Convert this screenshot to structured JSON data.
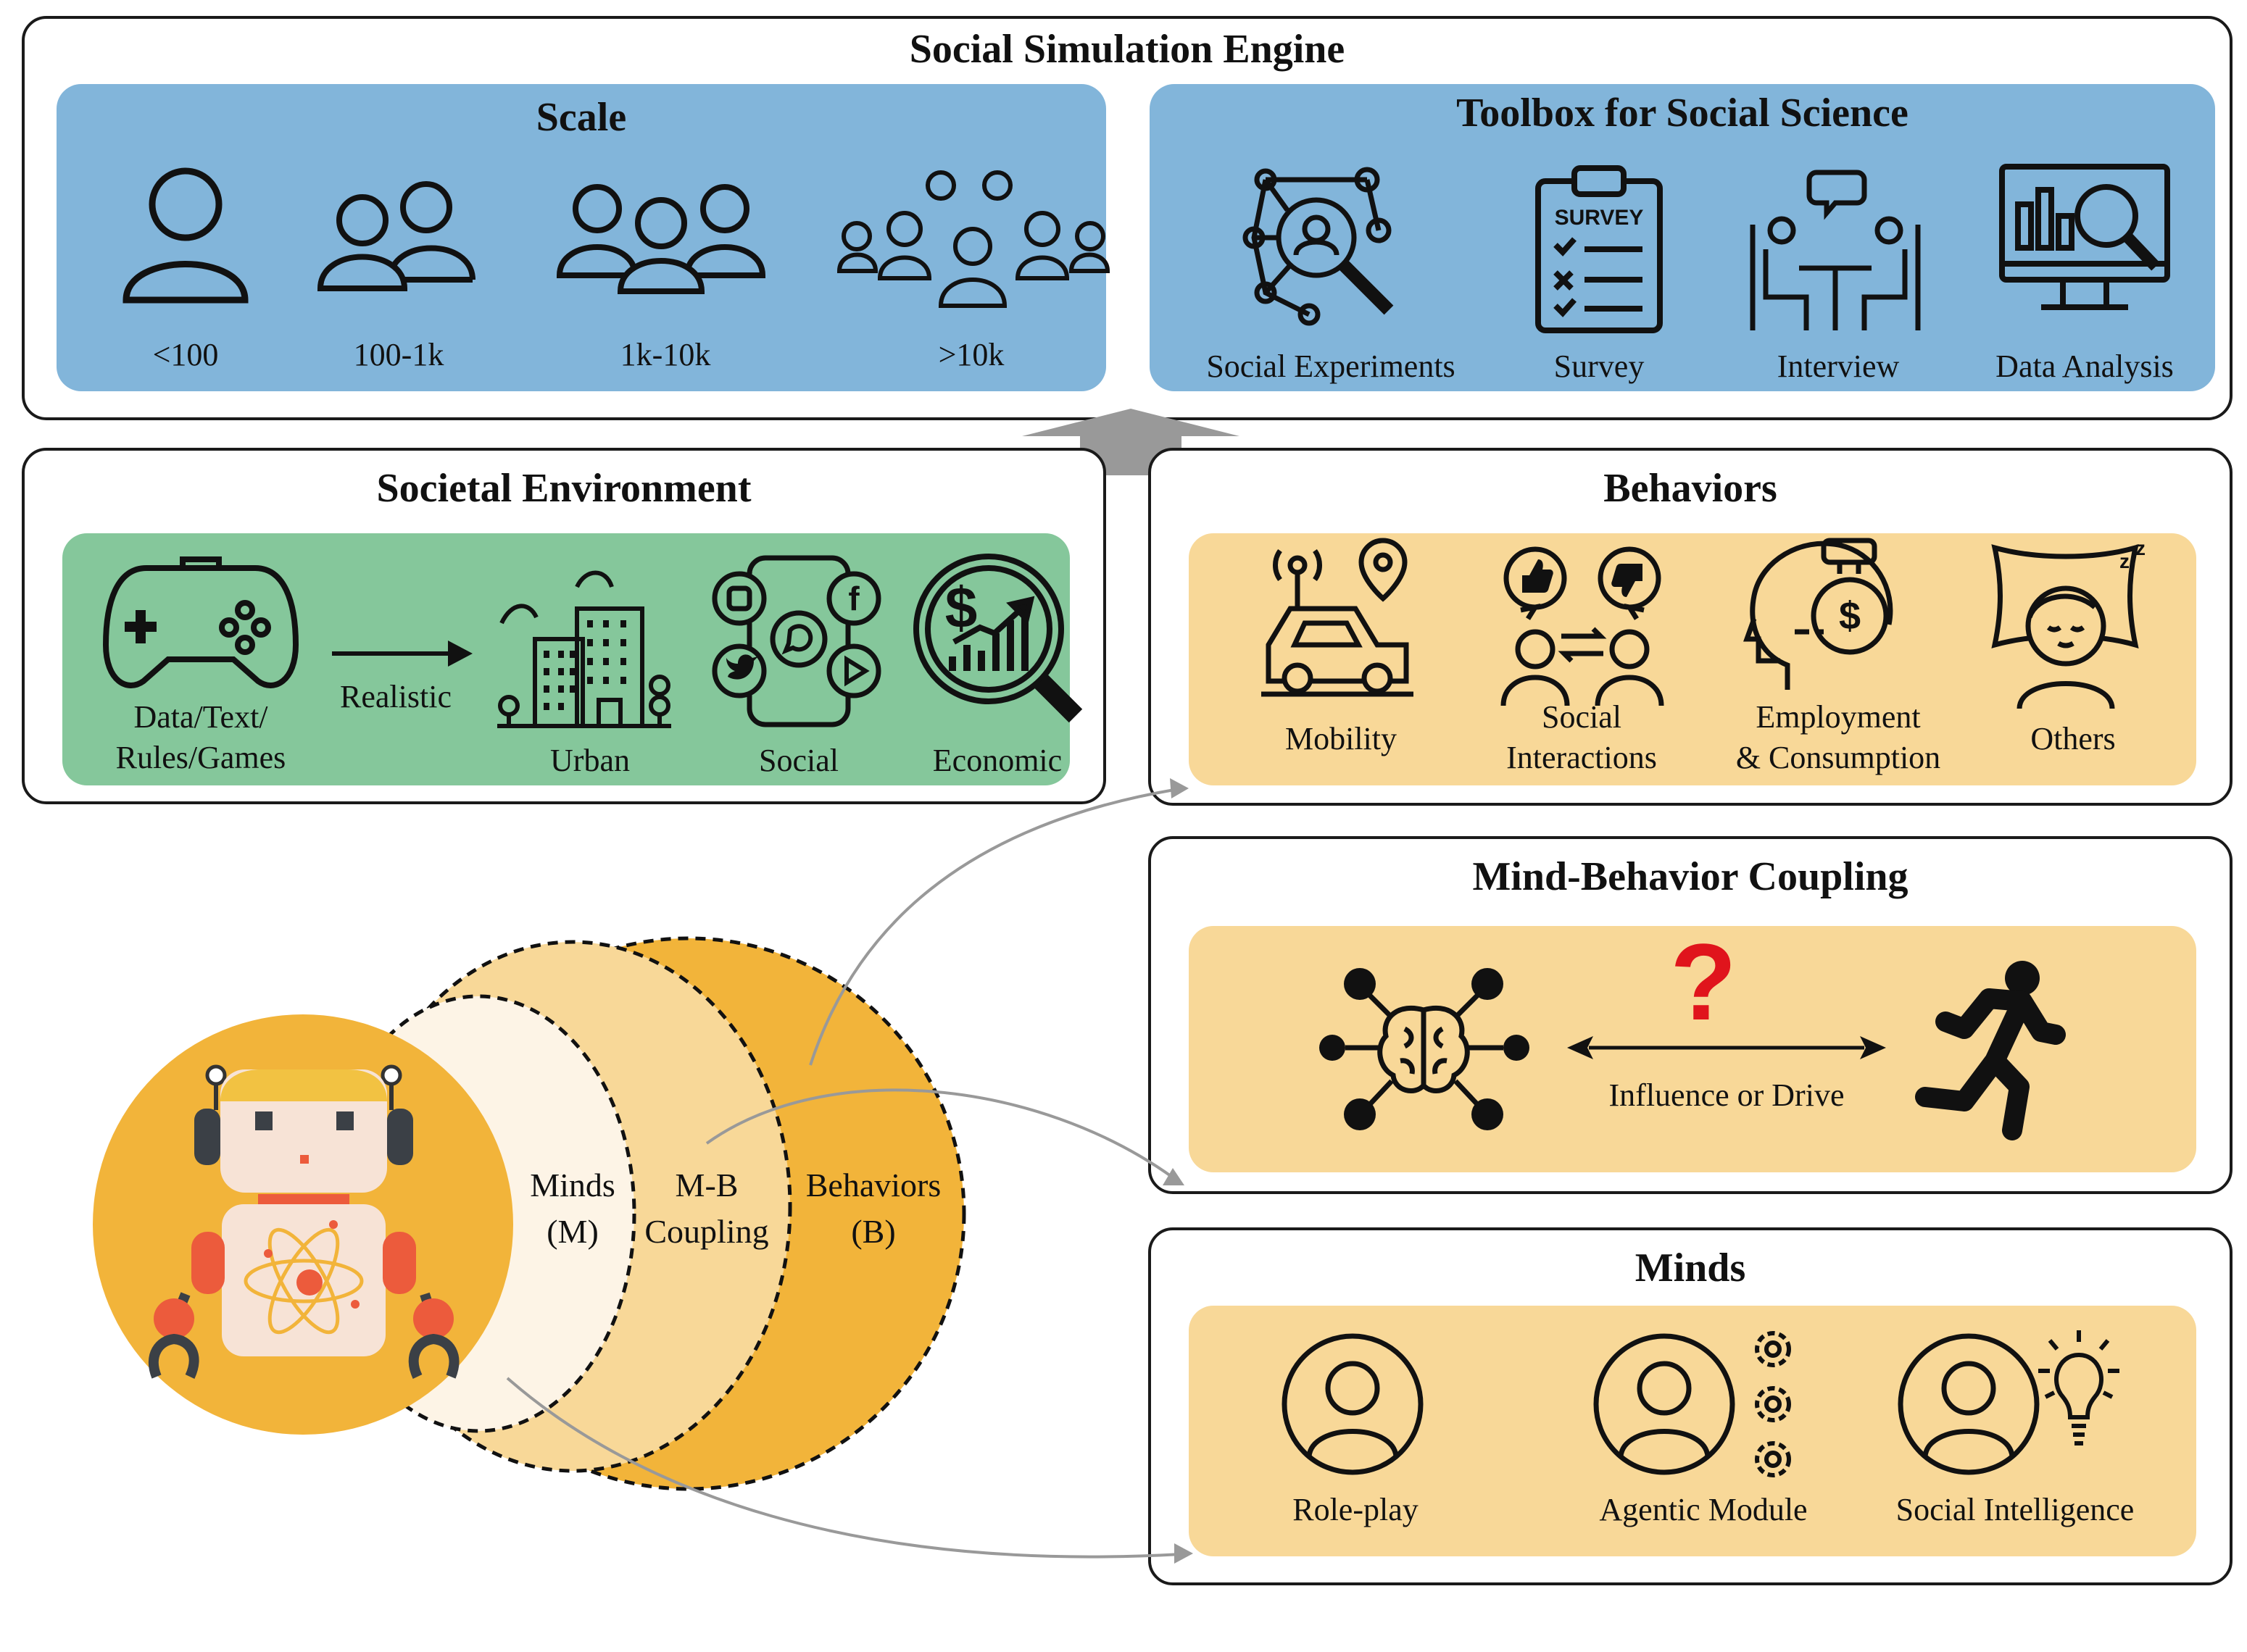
{
  "engine": {
    "title": "Social Simulation Engine",
    "scale": {
      "title": "Scale",
      "items": [
        {
          "icon": "single-person-icon",
          "label": "<100"
        },
        {
          "icon": "two-people-icon",
          "label": "100-1k"
        },
        {
          "icon": "three-people-icon",
          "label": "1k-10k"
        },
        {
          "icon": "crowd-icon",
          "label": ">10k"
        }
      ]
    },
    "toolbox": {
      "title": "Toolbox for Social Science",
      "items": [
        {
          "icon": "network-search-icon",
          "label": "Social Experiments"
        },
        {
          "icon": "survey-clipboard-icon",
          "label": "Survey",
          "badge": "SURVEY"
        },
        {
          "icon": "interview-icon",
          "label": "Interview"
        },
        {
          "icon": "data-analysis-monitor-icon",
          "label": "Data Analysis"
        }
      ]
    }
  },
  "environment": {
    "title": "Societal Environment",
    "source_line1": "Data/Text/",
    "source_line2": "Rules/Games",
    "arrow_label": "Realistic",
    "items": [
      {
        "icon": "city-buildings-icon",
        "label": "Urban"
      },
      {
        "icon": "social-media-phone-icon",
        "label": "Social"
      },
      {
        "icon": "economic-magnifier-icon",
        "label": "Economic"
      }
    ]
  },
  "behaviors": {
    "title": "Behaviors",
    "items": [
      {
        "icon": "car-location-icon",
        "label1": "Mobility",
        "label2": ""
      },
      {
        "icon": "social-interaction-icon",
        "label1": "Social",
        "label2": "Interactions"
      },
      {
        "icon": "head-money-icon",
        "label1": "Employment",
        "label2": "& Consumption"
      },
      {
        "icon": "sleeping-person-icon",
        "label1": "Others",
        "label2": ""
      }
    ]
  },
  "coupling": {
    "title": "Mind-Behavior Coupling",
    "question": "?",
    "arrow_label": "Influence or Drive"
  },
  "minds": {
    "title": "Minds",
    "items": [
      {
        "icon": "person-circle-icon",
        "label": "Role-play"
      },
      {
        "icon": "person-gears-icon",
        "label": "Agentic Module"
      },
      {
        "icon": "person-lightbulb-icon",
        "label": "Social Intelligence"
      }
    ]
  },
  "venn": {
    "minds_line1": "Minds",
    "minds_line2": "(M)",
    "coupling_line1": "M-B",
    "coupling_line2": "Coupling",
    "behaviors_line1": "Behaviors",
    "behaviors_line2": "(B)"
  },
  "colors": {
    "scale_bg": "#82b5da",
    "env_bg": "#85c79b",
    "tan_bg": "#f8d898",
    "venn_outer": "#f2b43a",
    "venn_middle": "#f8d898",
    "venn_inner": "#fdf4e6",
    "question_red": "#e0141c"
  }
}
